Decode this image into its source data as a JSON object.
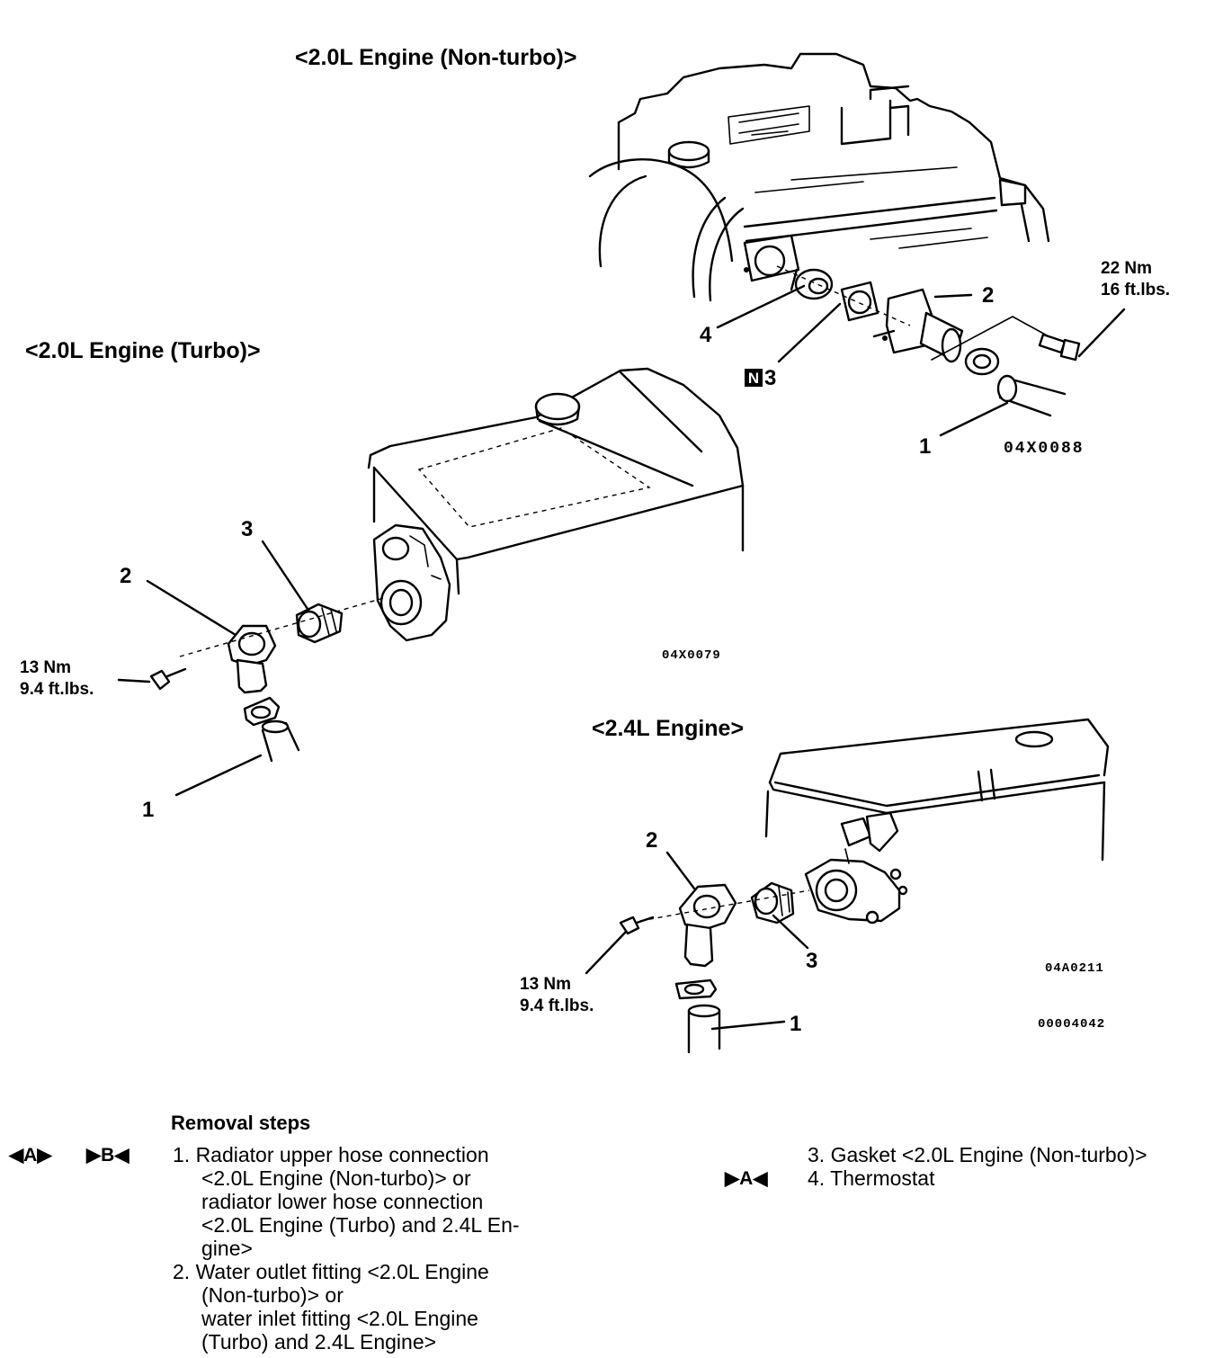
{
  "diagrams": {
    "nonturbo": {
      "title": "<2.0L Engine (Non-turbo)>",
      "callouts": [
        "1",
        "2",
        "3",
        "4"
      ],
      "new_part_badge": "N",
      "torque_line1": "22 Nm",
      "torque_line2": "16 ft.lbs.",
      "code": "04X0088"
    },
    "turbo": {
      "title": "<2.0L Engine (Turbo)>",
      "callouts": [
        "1",
        "2",
        "3"
      ],
      "torque_line1": "13 Nm",
      "torque_line2": "9.4 ft.lbs.",
      "code": "04X0079"
    },
    "engine24": {
      "title": "<2.4L Engine>",
      "callouts": [
        "1",
        "2",
        "3"
      ],
      "torque_line1": "13 Nm",
      "torque_line2": "9.4 ft.lbs.",
      "code": "04A0211",
      "code2": "00004042"
    }
  },
  "removal": {
    "heading": "Removal steps",
    "marker_left_a": "◀A▶",
    "marker_left_b": "▶B◀",
    "marker_right": "▶A◀",
    "left_lines": [
      "1. Radiator upper hose connection",
      "<2.0L Engine (Non-turbo)> or",
      "radiator lower hose connection",
      "<2.0L Engine (Turbo) and 2.4L En-",
      "gine>",
      "2. Water outlet fitting <2.0L Engine",
      "(Non-turbo)> or",
      "water inlet fitting <2.0L Engine",
      "(Turbo) and 2.4L Engine>"
    ],
    "right_lines": [
      "3. Gasket <2.0L Engine (Non-turbo)>",
      "4. Thermostat"
    ]
  }
}
